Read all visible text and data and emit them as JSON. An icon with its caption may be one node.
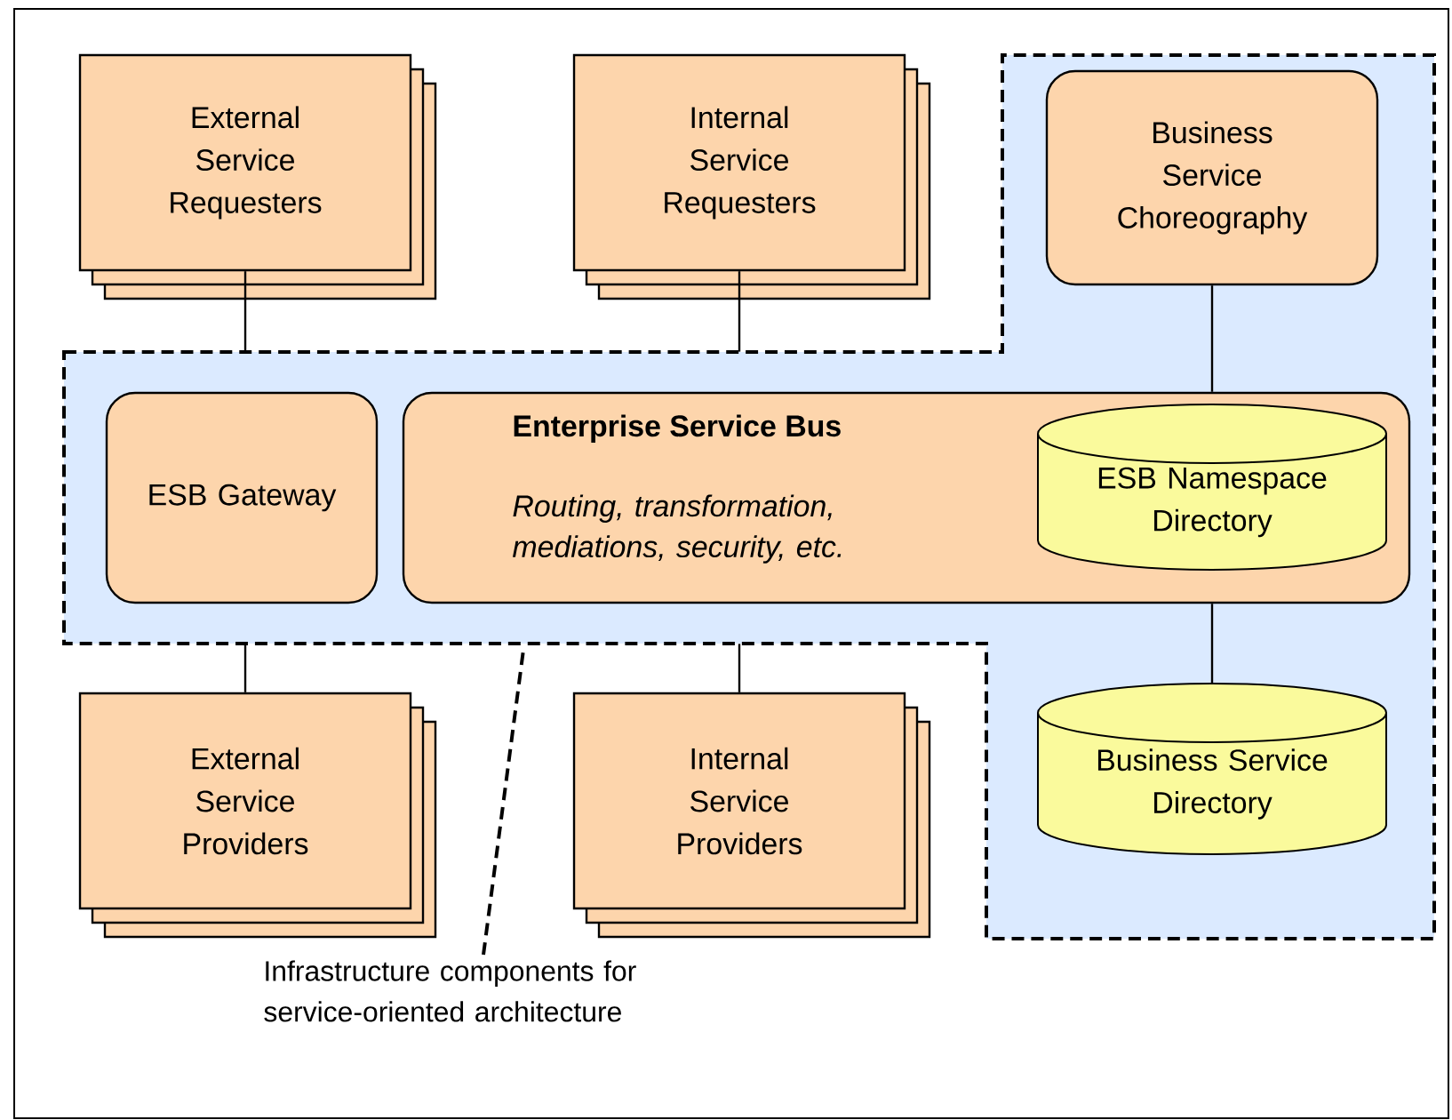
{
  "diagram": {
    "nodes": [
      {
        "text": [
          "External Service Requesters"
        ]
      },
      {
        "text": [
          "Internal Service Requesters"
        ]
      },
      {
        "text": [],
        "shape": "box"
      },
      {
        "text": [
          "Business Service Choreography"
        ],
        "in": 2
      },
      {
        "text": [
          "ESB Gateway"
        ],
        "in": 2
      },
      {
        "text": [
          "Enterprise Service Bus",
          "Routing, transformation, mediations, security, etc."
        ],
        "in": 2
      },
      {
        "text": [
          "ESB Namespace Directory"
        ],
        "in": 5
      },
      {
        "text": [
          "Business Service Directory"
        ],
        "in": 2
      },
      {
        "text": [
          "External Service Providers"
        ]
      },
      {
        "text": [
          "Internal Service Providers"
        ]
      },
      {
        "text": [
          "Infrastructure components for service-oriented architecture"
        ]
      }
    ],
    "edges": [
      {
        "from": 0,
        "to": 2,
        "arrow": "none"
      },
      {
        "from": 1,
        "to": 2,
        "arrow": "none"
      },
      {
        "from": 3,
        "to": 5,
        "arrow": "none"
      },
      {
        "from": 5,
        "to": 7,
        "arrow": "none"
      },
      {
        "from": 2,
        "to": 8,
        "arrow": "none"
      },
      {
        "from": 2,
        "to": 9,
        "arrow": "none"
      },
      {
        "from": 10,
        "to": 2,
        "arrow": "none",
        "style": "dashed"
      }
    ]
  }
}
